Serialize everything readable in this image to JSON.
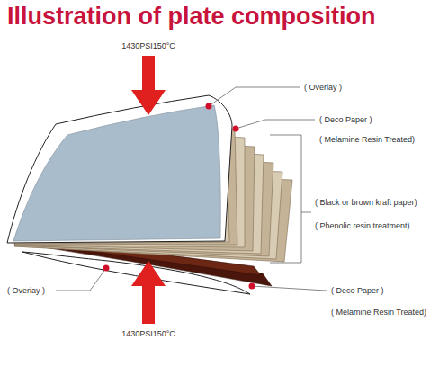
{
  "diagram": {
    "title": "Illustration of plate composition",
    "labels": [
      "1430PSI150°C",
      "( Overiay )",
      "( Deco Paper )",
      "( Melamine Resin Treated)",
      "( Black or brown kraft paper)",
      "( Phenolic resin treatment)",
      "( Overiay )",
      "( Deco Paper )",
      "( Melamine Resin Treated)",
      "1430PSI150°C"
    ]
  }
}
